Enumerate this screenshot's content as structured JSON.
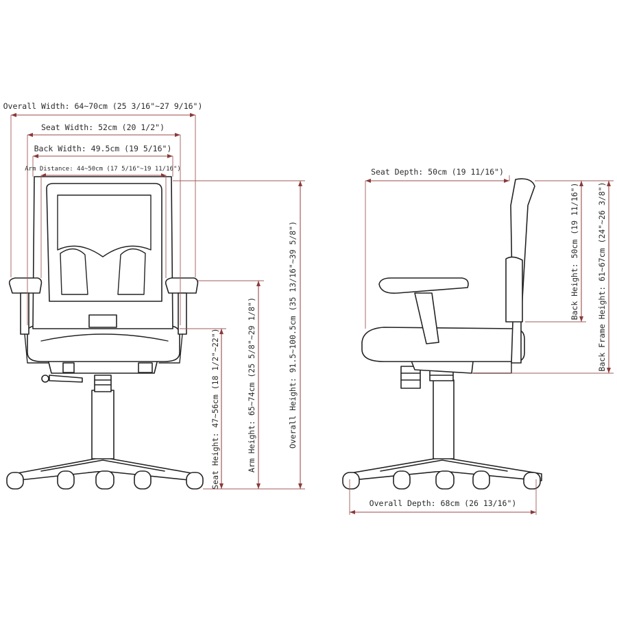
{
  "front_view": {
    "overall_width": "Overall Width: 64~70cm (25 3/16\"~27 9/16\")",
    "seat_width": "Seat Width: 52cm (20 1/2\")",
    "back_width": "Back Width: 49.5cm (19 5/16\")",
    "arm_distance": "Arm Distance: 44~50cm (17 5/16\"~19 11/16\")",
    "seat_height": "Seat Height: 47~56cm (18 1/2\"~22\")",
    "arm_height": "Arm Height: 65~74cm (25 5/8\"~29 1/8\")",
    "overall_height": "Overall Height: 91.5~100.5cm (35 13/16\"~39 5/8\")"
  },
  "side_view": {
    "seat_depth": "Seat Depth: 50cm (19 11/16\")",
    "back_height": "Back Height: 50cm (19 11/16\")",
    "back_frame_height": "Back Frame Height: 61~67cm (24\"~26 3/8\")",
    "overall_depth": "Overall Depth: 68cm (26 13/16\")"
  },
  "colors": {
    "dimension_line": "#9a4a4a",
    "drawing_line": "#222222",
    "background": "#ffffff"
  }
}
